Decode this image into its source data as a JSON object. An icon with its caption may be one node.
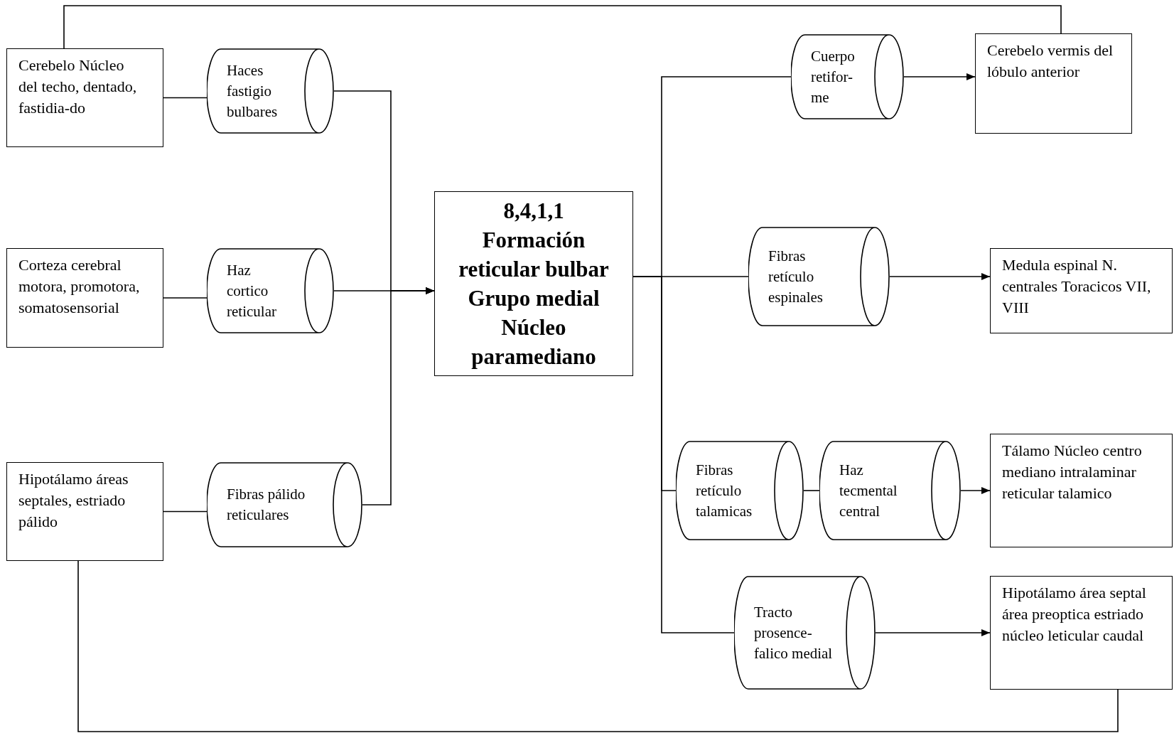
{
  "diagram": {
    "nodes": [
      {
        "text": [
          "Cerebelo Núcleo del techo, dentado, fastidia-do"
        ]
      },
      {
        "text": [
          "Haces fastigio bulbares"
        ]
      },
      {
        "text": [
          "Corteza cerebral motora, promotora, somatosensorial"
        ]
      },
      {
        "text": [
          "Haz cortico reticular"
        ]
      },
      {
        "text": [
          "Hipotálamo áreas septales, estriado pálido"
        ]
      },
      {
        "text": [
          "Fibras pálido reticulares"
        ]
      },
      {
        "text": [
          "8,4,1,1",
          "Formación reticular bulbar Grupo medial Núcleo paramediano"
        ]
      },
      {
        "text": [
          "Cuerpo retifor-me"
        ]
      },
      {
        "text": [
          "Cerebelo vermis del lóbulo anterior"
        ]
      },
      {
        "text": [
          "Fibras retículo espinales"
        ]
      },
      {
        "text": [
          "Medula espinal N. centrales Toracicos VII, VIII"
        ]
      },
      {
        "text": [
          "Fibras retículo talamicas"
        ]
      },
      {
        "text": [
          "Haz tecmental central"
        ]
      },
      {
        "text": [
          "Tálamo Núcleo centro mediano intralaminar reticular talamico"
        ]
      },
      {
        "text": [
          "Tracto prosence-falico medial"
        ]
      },
      {
        "text": [
          "Hipotálamo área septal área preoptica estriado núcleo leticular caudal"
        ]
      }
    ],
    "edges": [
      {
        "from": 0,
        "to": 1,
        "arrow": "none"
      },
      {
        "from": 1,
        "to": 6,
        "arrow": "to"
      },
      {
        "from": 2,
        "to": 3,
        "arrow": "none"
      },
      {
        "from": 3,
        "to": 6,
        "arrow": "to"
      },
      {
        "from": 4,
        "to": 5,
        "arrow": "none"
      },
      {
        "from": 5,
        "to": 6,
        "arrow": "to"
      },
      {
        "from": 6,
        "to": 7,
        "arrow": "none"
      },
      {
        "from": 7,
        "to": 8,
        "arrow": "to"
      },
      {
        "from": 6,
        "to": 9,
        "arrow": "none"
      },
      {
        "from": 9,
        "to": 10,
        "arrow": "to"
      },
      {
        "from": 6,
        "to": 11,
        "arrow": "none"
      },
      {
        "from": 11,
        "to": 12,
        "arrow": "none"
      },
      {
        "from": 12,
        "to": 13,
        "arrow": "to"
      },
      {
        "from": 6,
        "to": 14,
        "arrow": "none"
      },
      {
        "from": 14,
        "to": 15,
        "arrow": "to"
      },
      {
        "from": 0,
        "to": 8,
        "arrow": "none"
      },
      {
        "from": 4,
        "to": 15,
        "arrow": "none"
      }
    ]
  }
}
